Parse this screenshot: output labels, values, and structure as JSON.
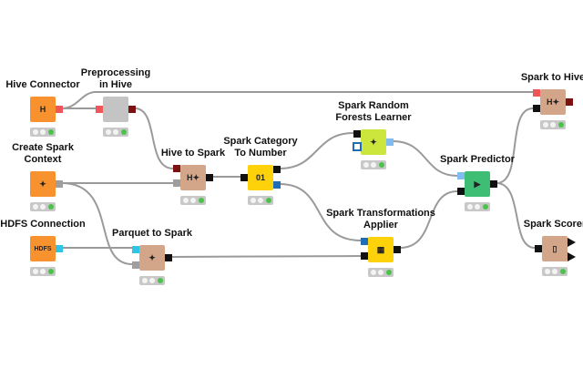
{
  "nodes": [
    {
      "id": "hive-connector",
      "lines": [
        "Hive Connector"
      ],
      "color": "#f7922f",
      "icon": "H"
    },
    {
      "id": "preprocessing-in-hive",
      "lines": [
        "Preprocessing",
        "in Hive"
      ],
      "color": "#c4c4c4",
      "icon": ""
    },
    {
      "id": "create-spark-context",
      "lines": [
        "Create Spark",
        "Context"
      ],
      "color": "#f7922f",
      "icon": "✦"
    },
    {
      "id": "hdfs-connection",
      "lines": [
        "HDFS Connection"
      ],
      "color": "#f7922f",
      "icon": "HDFS"
    },
    {
      "id": "hive-to-spark",
      "lines": [
        "Hive to Spark"
      ],
      "color": "#d4a689",
      "icon": "H✦"
    },
    {
      "id": "spark-category-to-number",
      "lines": [
        "Spark Category",
        "To Number"
      ],
      "color": "#fdd20a",
      "icon": "01"
    },
    {
      "id": "parquet-to-spark",
      "lines": [
        "Parquet to Spark"
      ],
      "color": "#d4a689",
      "icon": "✦"
    },
    {
      "id": "spark-random-forests-learner",
      "lines": [
        "Spark Random",
        "Forests Learner"
      ],
      "color": "#cde63d",
      "icon": "✦"
    },
    {
      "id": "spark-predictor",
      "lines": [
        "Spark Predictor"
      ],
      "color": "#3ebd74",
      "icon": "▶"
    },
    {
      "id": "spark-transformations-applier",
      "lines": [
        "Spark Transformations",
        "Applier"
      ],
      "color": "#fdd20a",
      "icon": "▦"
    },
    {
      "id": "spark-to-hive",
      "lines": [
        "Spark to Hive"
      ],
      "color": "#d4a689",
      "icon": "H✦"
    },
    {
      "id": "spark-scorer",
      "lines": [
        "Spark Scorer"
      ],
      "color": "#d4a689",
      "icon": "▯"
    }
  ],
  "colors": {
    "hive_out": "#f25555",
    "hive_dark": "#7b1111",
    "spark_ctx": "#9e9e9e",
    "hdfs": "#2ec4e6",
    "data": "#111111",
    "model": "#1f6db5",
    "rf_model": "#7fbcf0",
    "wire": "#9a9a9a",
    "status_ok": "#4cc24c"
  }
}
